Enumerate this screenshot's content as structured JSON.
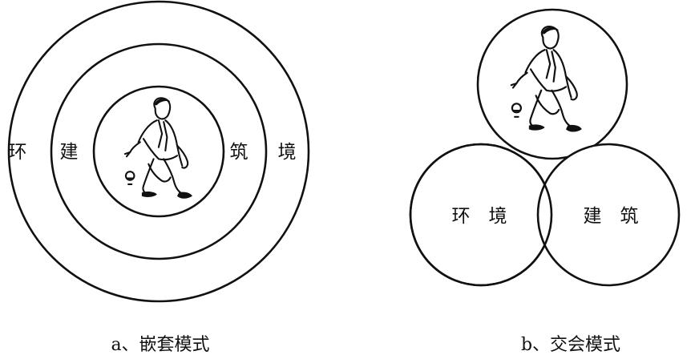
{
  "nested_model": {
    "labels": {
      "outer_left": "环",
      "middle_left": "建",
      "middle_right": "筑",
      "outer_right": "境"
    },
    "caption": "a、嵌套模式",
    "figure_icon": "person-playing-ball-icon"
  },
  "intersecting_model": {
    "labels": {
      "environment": "环　境",
      "architecture": "建　筑"
    },
    "caption": "b、交会模式",
    "figure_icon": "person-playing-ball-icon"
  },
  "colors": {
    "ink": "#111111",
    "background": "#ffffff"
  }
}
